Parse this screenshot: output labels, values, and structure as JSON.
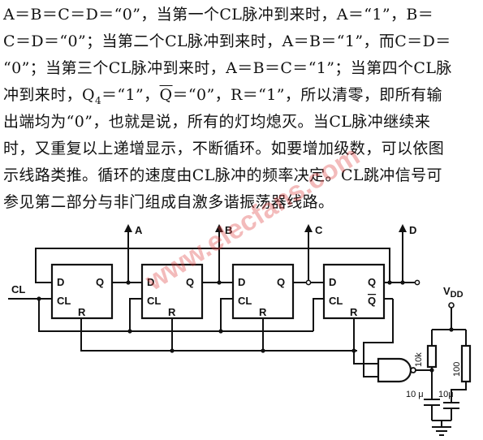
{
  "text": {
    "l1a": "A＝B＝C＝D＝“0”，当第一个CL脉冲到来时，A＝“1”，B＝",
    "l2a": "C＝D＝“0”；当第二个CL脉冲到来时，A＝B＝“1”，而C＝D＝",
    "l3a": "“0”；当第三个CL脉冲到来时，A＝B＝C＝“1”；当第四个CL脉",
    "l4_pre": "冲到来时，Q",
    "l4_sub": "4",
    "l4_mid": "＝“1”，",
    "l4_q": "Q",
    "l4_post": "＝“0”，R＝“1”，所以清零，即所有输",
    "l5a": "出端均为“0”，也就是说，所有的灯均熄灭。当CL脉冲继续来",
    "l6a": "时，又重复以上递增显示，不断循环。如要增加级数，可以依图",
    "l7a": "示线路类推。循环的速度由CL脉冲的频率决定。CL跳冲信号可",
    "l8a": "参见第二部分与非门组成自激多谐振荡器线路。"
  },
  "circuit": {
    "input_label": "CL",
    "outputs": [
      "A",
      "B",
      "C",
      "D"
    ],
    "ff_pins": {
      "d": "D",
      "q": "Q",
      "cl": "CL",
      "r": "R",
      "qbar": "Q"
    },
    "vdd": "V",
    "vdd_sub": "DD",
    "resistor": "10k",
    "resistor2": "100",
    "cap1": "10 μ",
    "cap2": "10μ"
  },
  "watermark": "www.elecfans.com"
}
